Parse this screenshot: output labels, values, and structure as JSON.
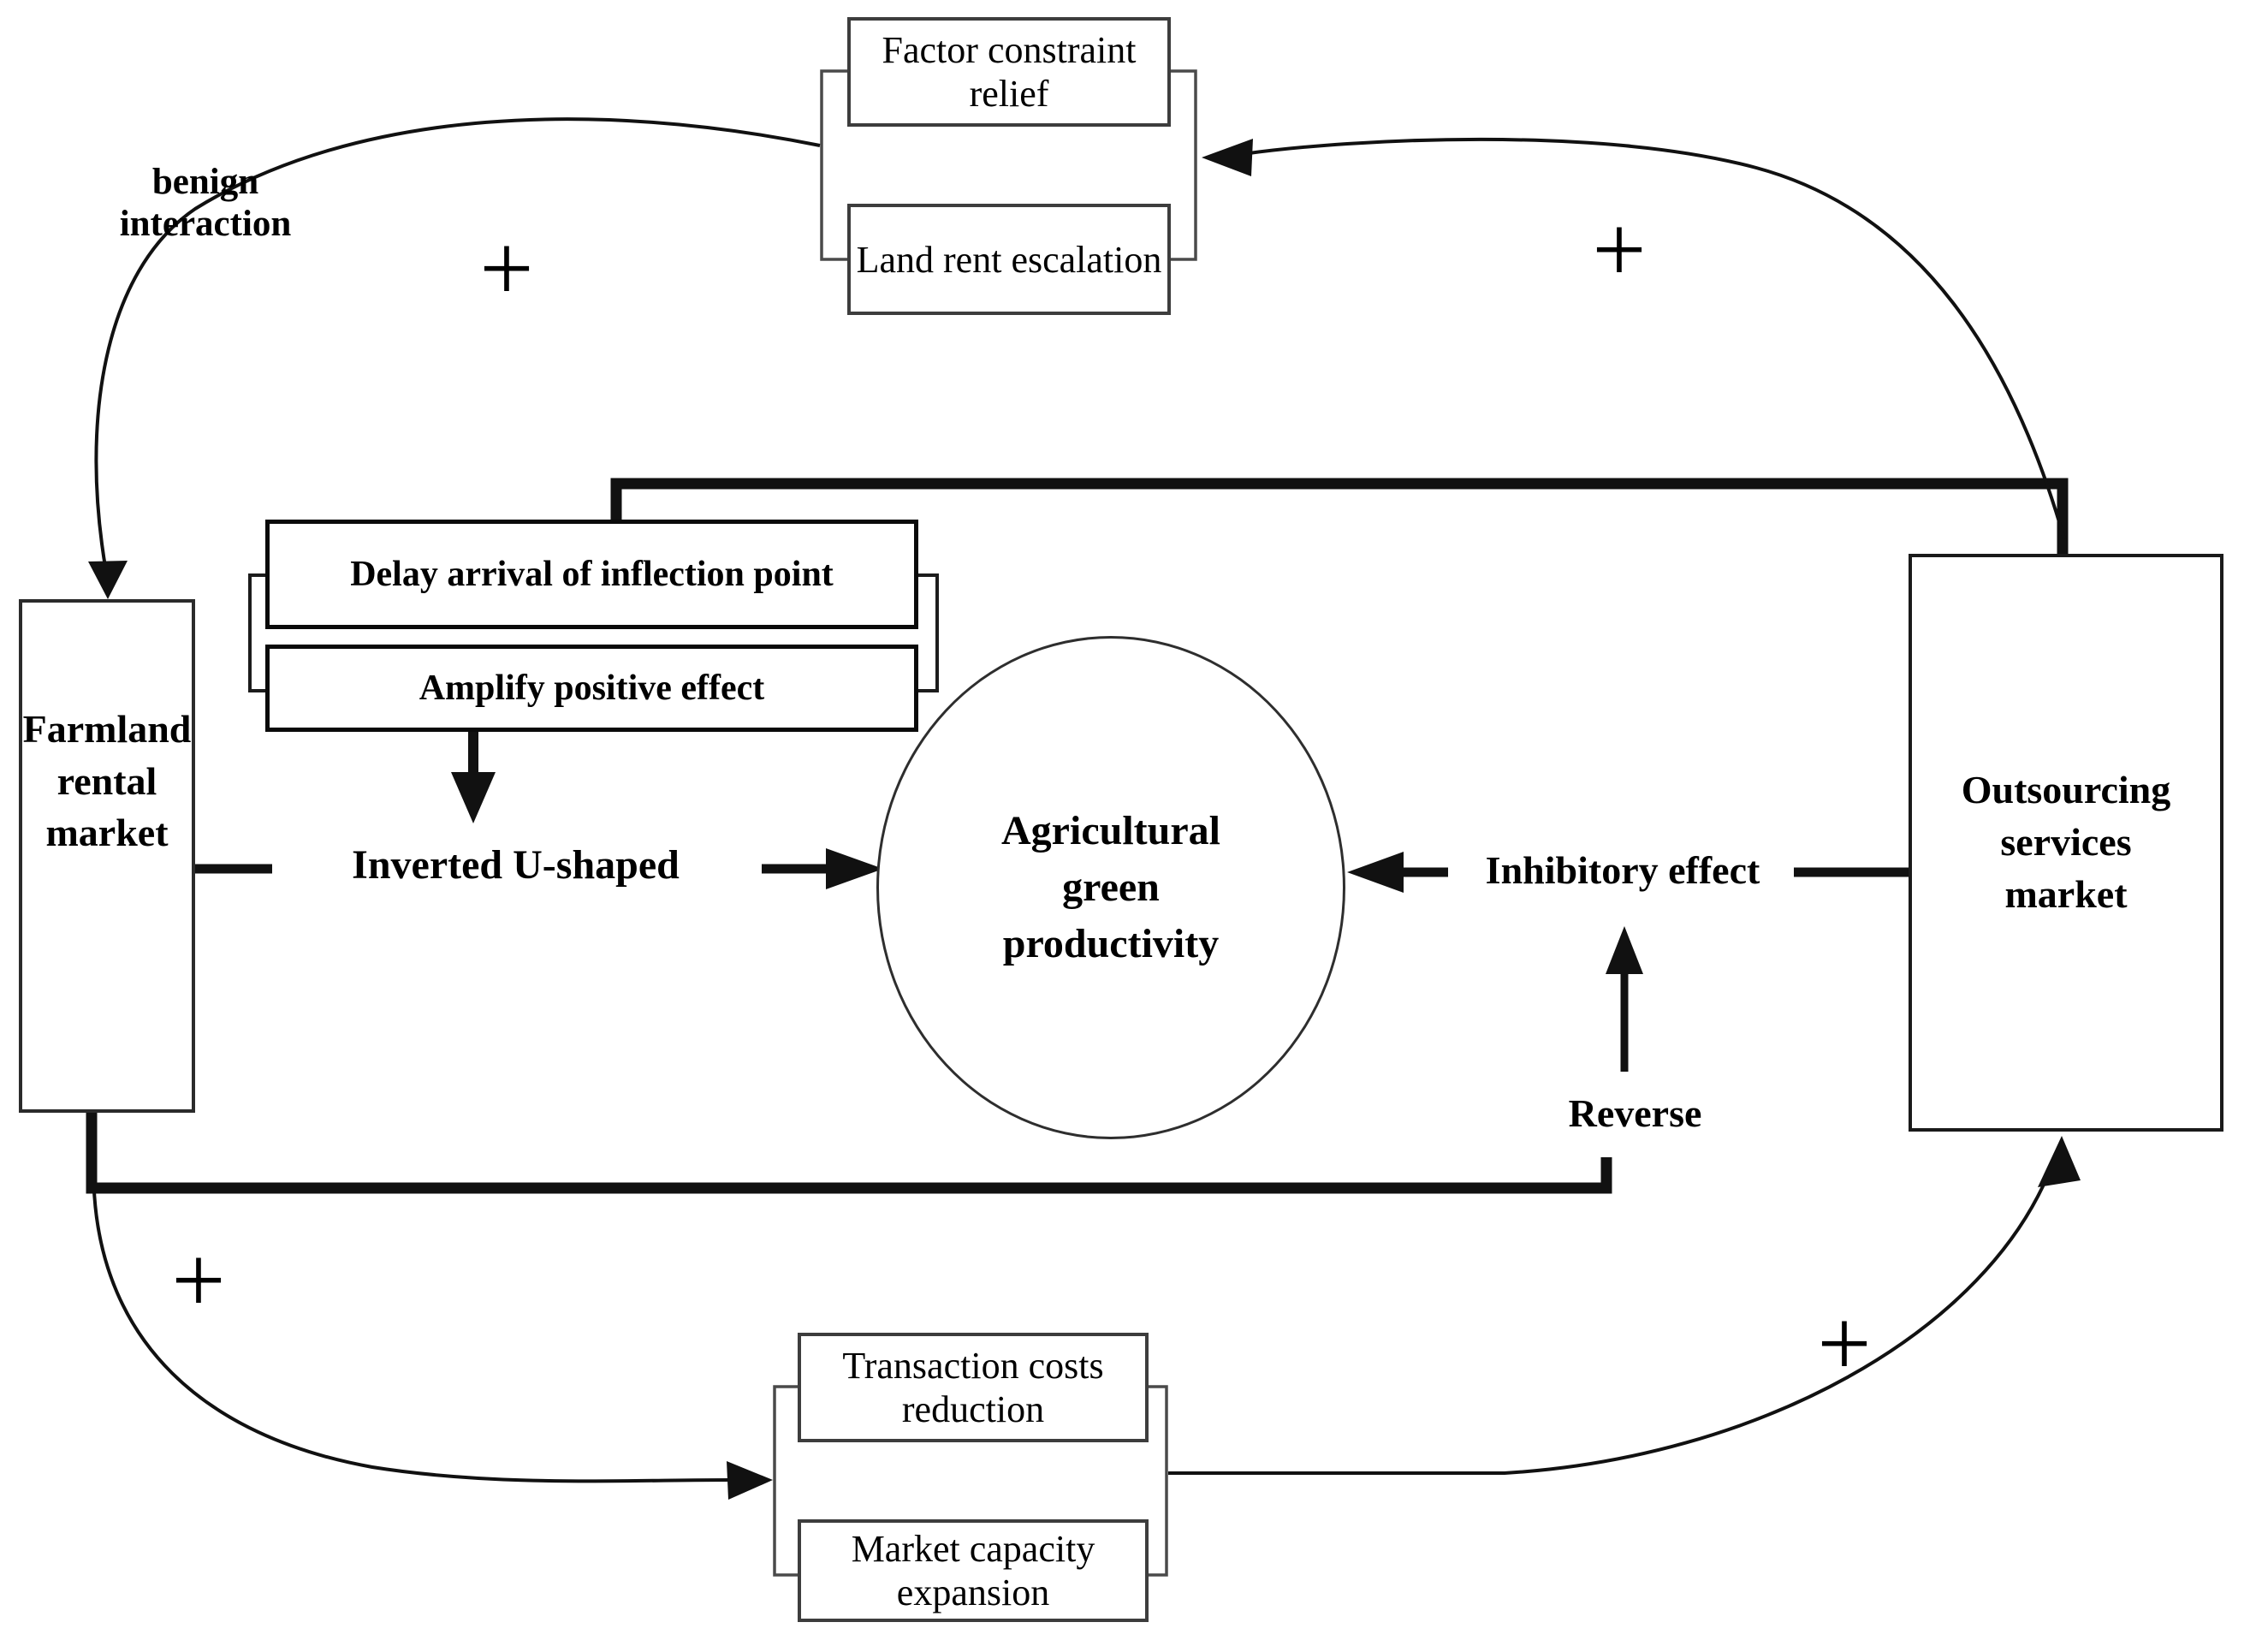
{
  "figure": {
    "background": "#ffffff",
    "line_color": "#111111",
    "bracket_color": "#4a4a4a"
  },
  "nodes": {
    "farmland": {
      "label": "Farmland rental market"
    },
    "outsourcing": {
      "label": "Outsourcing services market"
    },
    "productivity": {
      "label": "Agricultural green productivity"
    }
  },
  "mediator_boxes": {
    "factor": {
      "label": "Factor constraint relief"
    },
    "land_rent": {
      "label": "Land rent escalation"
    },
    "delay": {
      "label": "Delay arrival of inflection point"
    },
    "amplify": {
      "label": "Amplify positive effect"
    },
    "transaction": {
      "label": "Transaction costs reduction"
    },
    "market_capacity": {
      "label": "Market capacity expansion"
    }
  },
  "edge_labels": {
    "benign": "benign interaction",
    "inverted_u": "Inverted U-shaped",
    "inhibitory": "Inhibitory effect",
    "reverse": "Reverse",
    "plus": "+"
  }
}
